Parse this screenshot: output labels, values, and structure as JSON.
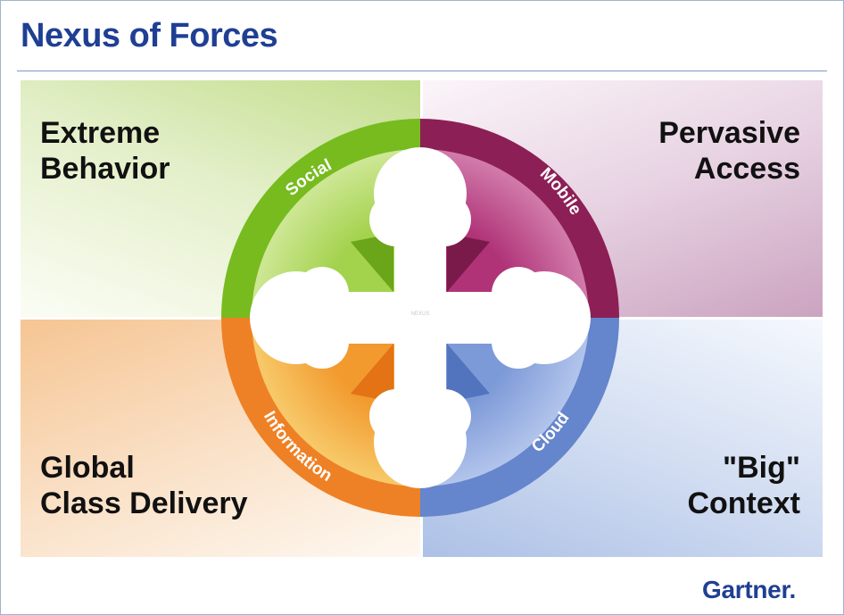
{
  "slide": {
    "title": "Nexus of Forces",
    "brand": "Gartner.",
    "quadrants": [
      {
        "lines": [
          "Extreme",
          "Behavior"
        ],
        "color": "#c9e09a"
      },
      {
        "lines": [
          "Pervasive",
          "Access"
        ],
        "color": "#d9b6cf"
      },
      {
        "lines": [
          "Global",
          "Class Delivery"
        ],
        "color": "#f7cfa4"
      },
      {
        "lines": [
          "\"Big\"",
          "Context"
        ],
        "color": "#bfcfec"
      }
    ],
    "forces": [
      {
        "label": "Social",
        "color": "#77bb1f"
      },
      {
        "label": "Mobile",
        "color": "#8c1f55"
      },
      {
        "label": "Information",
        "color": "#ee8125"
      },
      {
        "label": "Cloud",
        "color": "#6585cc"
      }
    ],
    "center_label": "NEXUS"
  }
}
